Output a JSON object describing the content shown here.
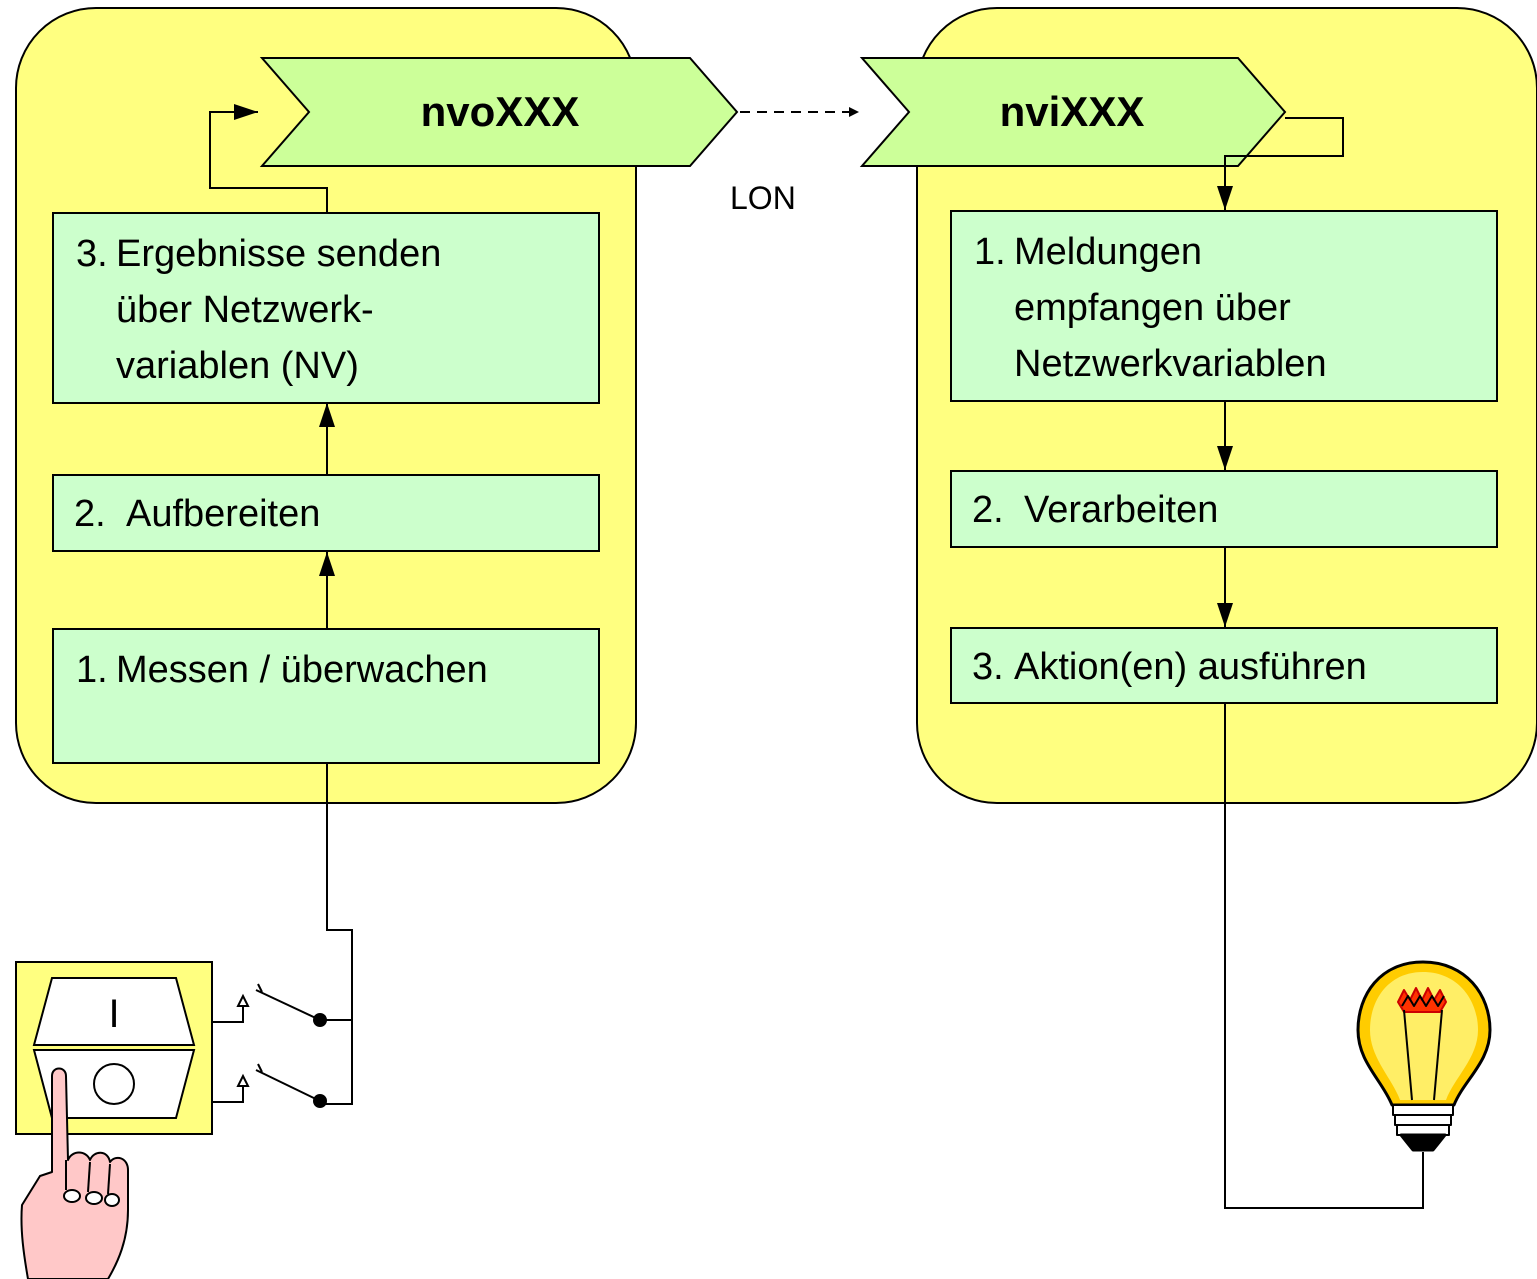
{
  "sender": {
    "nv_name": "nvoXXX",
    "steps": [
      {
        "num": "3.",
        "text": "Ergebnisse senden\nüber Netzwerk-\nvariablen (NV)"
      },
      {
        "num": "2.",
        "text": "Aufbereiten"
      },
      {
        "num": "1.",
        "text": "Messen / überwachen"
      }
    ]
  },
  "network": {
    "label": "LON"
  },
  "receiver": {
    "nv_name": "nviXXX",
    "steps": [
      {
        "num": "1.",
        "text": "Meldungen\nempfangen über\nNetzwerkvariablen"
      },
      {
        "num": "2.",
        "text": "Verarbeiten"
      },
      {
        "num": "3.",
        "text": "Aktion(en) ausführen"
      }
    ]
  },
  "switch": {
    "on_symbol": "I",
    "off_symbol": "O"
  },
  "icons": [
    "hand-pointer-icon",
    "light-bulb-icon",
    "rocker-switch-icon"
  ],
  "colors": {
    "node_fill": "#ffff80",
    "step_fill": "#ccffcc",
    "nv_fill": "#ccff99"
  }
}
